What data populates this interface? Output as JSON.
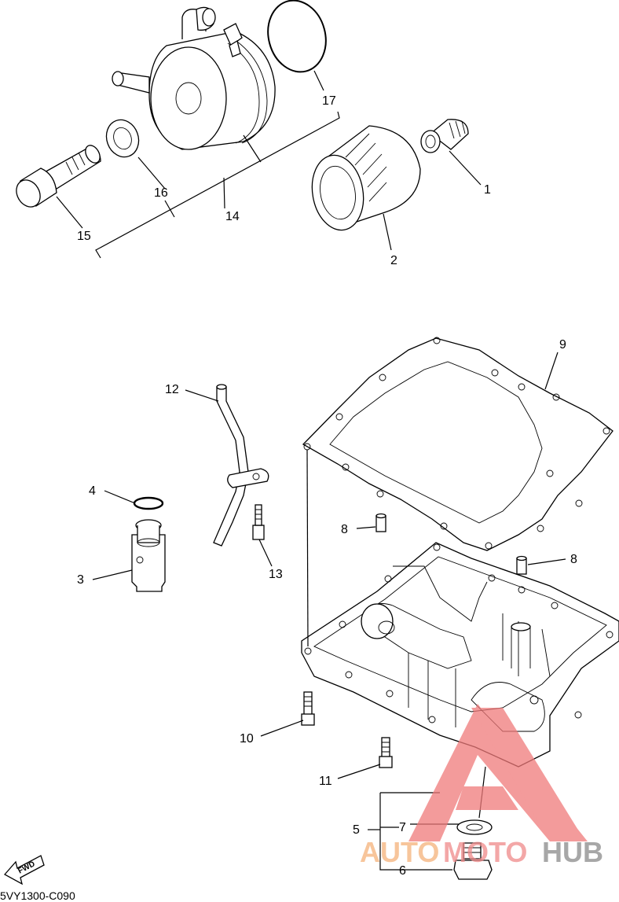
{
  "diagram_code": "5VY1300-C090",
  "fwd_label": "FWD",
  "watermark": {
    "text_part1": "AUTO",
    "text_part2": "MOTO",
    "text_part3": "HUB",
    "color_part1": "#f5b27a",
    "color_part2": "#f08a8a",
    "color_part3": "#8a8a8a",
    "triangle_color": "#f07a7a"
  },
  "callouts": [
    {
      "id": "1",
      "label": "1"
    },
    {
      "id": "2",
      "label": "2"
    },
    {
      "id": "3",
      "label": "3"
    },
    {
      "id": "4",
      "label": "4"
    },
    {
      "id": "5",
      "label": "5"
    },
    {
      "id": "6",
      "label": "6"
    },
    {
      "id": "7",
      "label": "7"
    },
    {
      "id": "8a",
      "label": "8"
    },
    {
      "id": "8b",
      "label": "8"
    },
    {
      "id": "9",
      "label": "9"
    },
    {
      "id": "10",
      "label": "10"
    },
    {
      "id": "11",
      "label": "11"
    },
    {
      "id": "12",
      "label": "12"
    },
    {
      "id": "13",
      "label": "13"
    },
    {
      "id": "14",
      "label": "14"
    },
    {
      "id": "15",
      "label": "15"
    },
    {
      "id": "16",
      "label": "16"
    },
    {
      "id": "17",
      "label": "17"
    }
  ]
}
